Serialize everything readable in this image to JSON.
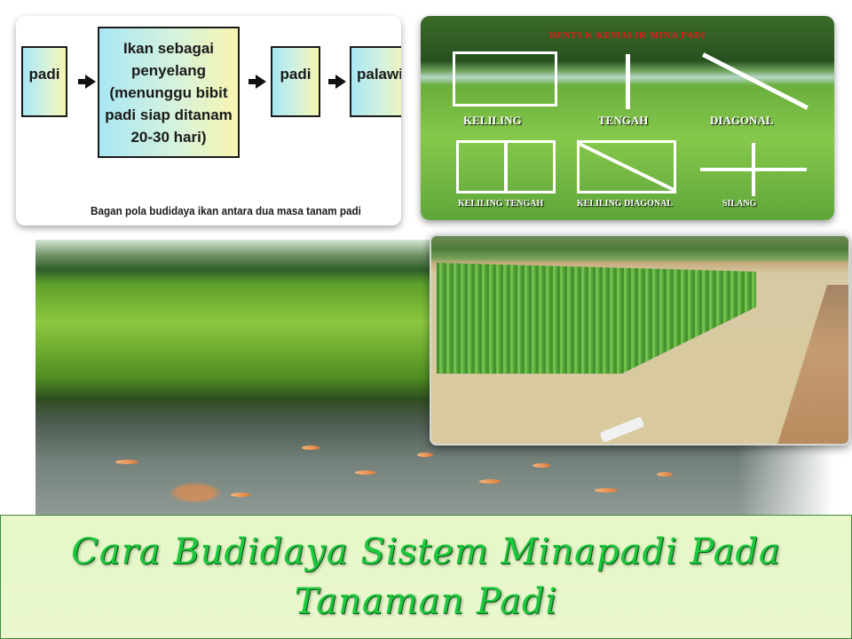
{
  "flow_diagram": {
    "boxes": [
      "padi",
      "Ikan sebagai penyelang (menunggu bibit padi siap ditanam 20-30 hari)",
      "padi",
      "palawija"
    ],
    "caption": "Bagan pola budidaya ikan antara dua masa tanam padi"
  },
  "shapes_diagram": {
    "title": "BENTUK KEMALIR MINA PADI",
    "labels": [
      "KELILING",
      "TENGAH",
      "DIAGONAL",
      "KELILING TENGAH",
      "KELILING DIAGONAL",
      "SILANG"
    ]
  },
  "title": "Cara Budidaya Sistem Minapadi Pada Tanaman Padi"
}
